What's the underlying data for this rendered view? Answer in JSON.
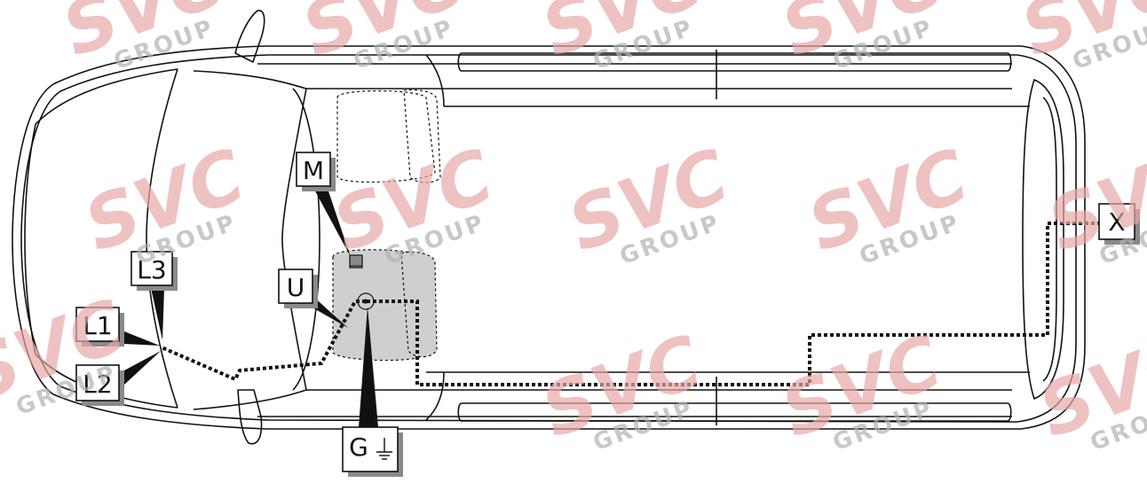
{
  "diagram": {
    "labels": {
      "M": "M",
      "U": "U",
      "L3": "L3",
      "L1": "L1",
      "L2": "L2",
      "G": "G",
      "X": "X"
    }
  },
  "watermark": {
    "brand": "SVC",
    "sub": "GROUP",
    "color": "#e8a8a8"
  },
  "colors": {
    "line": "#111111",
    "module_fill": "#cfcfcf",
    "shadow": "#8a8a8a"
  },
  "icons": {
    "ground": "ground-symbol-icon"
  }
}
